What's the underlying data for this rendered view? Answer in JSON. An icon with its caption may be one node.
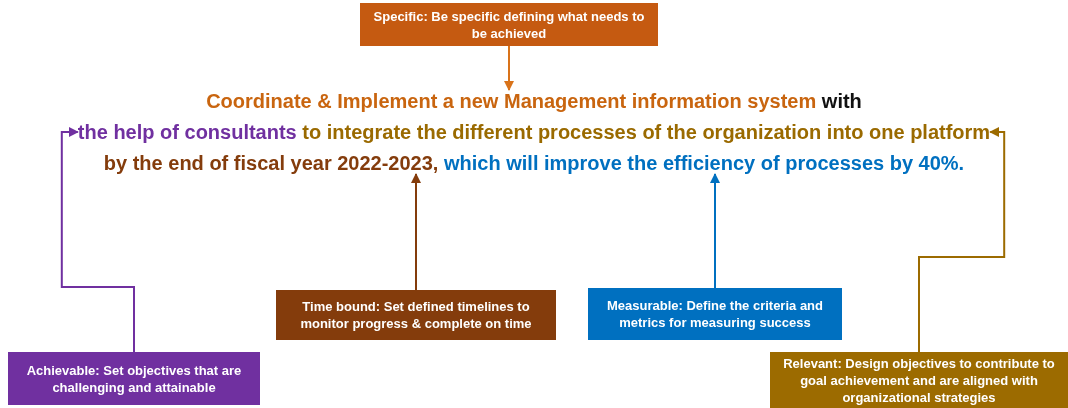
{
  "diagram": {
    "nodes": [
      {
        "text": [
          "Specific: Be specific defining what needs to be achieved"
        ]
      },
      {
        "text": [
          "Coordinate & Implement a new Management information system"
        ]
      },
      {
        "text": [
          "the help of consultants"
        ]
      },
      {
        "text": [
          "to integrate the different processes of the organization into one platform"
        ]
      },
      {
        "text": [
          "by the end of fiscal year 2022-2023,"
        ]
      },
      {
        "text": [
          "which will improve the efficiency of processes by 40%."
        ]
      },
      {
        "text": [
          "Time bound: Set defined timelines to monitor progress & complete on time"
        ]
      },
      {
        "text": [
          "Measurable: Define the criteria and metrics for measuring success"
        ]
      },
      {
        "text": [
          "Achievable: Set objectives that are challenging and attainable"
        ]
      },
      {
        "text": [
          "Relevant: Design objectives to contribute to goal achievement and are aligned with organizational strategies"
        ]
      }
    ],
    "edges": [
      {
        "from": 0,
        "to": 1,
        "arrow": "to",
        "color": "#d9731a"
      },
      {
        "from": 6,
        "to": 4,
        "arrow": "to",
        "color": "#843c0c"
      },
      {
        "from": 7,
        "to": 5,
        "arrow": "to",
        "color": "#0070c0"
      },
      {
        "from": 8,
        "to": 2,
        "arrow": "to",
        "color": "#7030a0"
      },
      {
        "from": 9,
        "to": 3,
        "arrow": "to",
        "color": "#9c6b00"
      }
    ],
    "labels": [
      "with"
    ]
  }
}
